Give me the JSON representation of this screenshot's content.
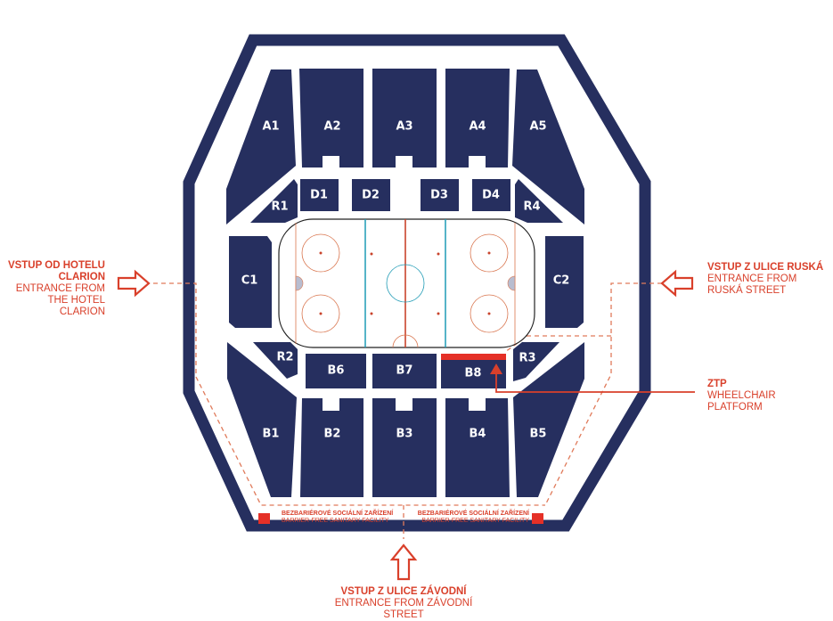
{
  "colors": {
    "navy": "#262f5f",
    "accent": "#d9402b",
    "ice_blue": "#1f9bb5"
  },
  "sections": {
    "A1": "A1",
    "A2": "A2",
    "A3": "A3",
    "A4": "A4",
    "A5": "A5",
    "D1": "D1",
    "D2": "D2",
    "D3": "D3",
    "D4": "D4",
    "R1": "R1",
    "R2": "R2",
    "R3": "R3",
    "R4": "R4",
    "C1": "C1",
    "C2": "C2",
    "B1": "B1",
    "B2": "B2",
    "B3": "B3",
    "B4": "B4",
    "B5": "B5",
    "B6": "B6",
    "B7": "B7",
    "B8": "B8"
  },
  "entrances": {
    "west": {
      "title1": "VSTUP OD HOTELU",
      "title2": "CLARION",
      "sub1": "ENTRANCE  FROM",
      "sub2": "THE HOTEL CLARION"
    },
    "east": {
      "title": "VSTUP Z ULICE RUSKÁ",
      "sub1": "ENTRANCE FROM",
      "sub2": "RUSKÁ STREET"
    },
    "south": {
      "title": "VSTUP Z ULICE ZÁVODNÍ",
      "sub": "ENTRANCE FROM ZÁVODNÍ STREET"
    }
  },
  "ztp": {
    "title": "ZTP",
    "sub": "WHEELCHAIR PLATFORM"
  },
  "sanitary": {
    "cz": "BEZBARIÉROVÉ SOCIÁLNÍ ZAŘÍZENÍ",
    "en": "BARRIER-FREE SANITARY FACILITY"
  }
}
